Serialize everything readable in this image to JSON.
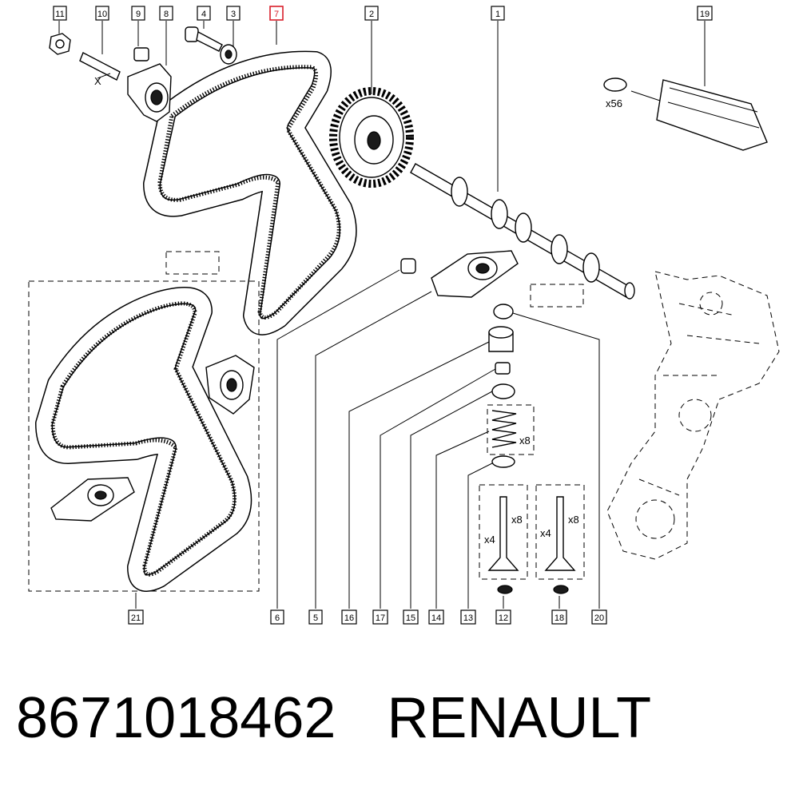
{
  "callouts": {
    "c1": "1",
    "c2": "2",
    "c3": "3",
    "c4": "4",
    "c5": "5",
    "c6": "6",
    "c7": "7",
    "c8": "8",
    "c9": "9",
    "c10": "10",
    "c11": "11",
    "c12": "12",
    "c13": "13",
    "c14": "14",
    "c15": "15",
    "c16": "16",
    "c17": "17",
    "c18": "18",
    "c19": "19",
    "c20": "20",
    "c21": "21"
  },
  "highlighted_callout": "7",
  "annotations": {
    "x_label": "X",
    "qty_x56": "x56",
    "qty_spring_x8": "x8",
    "qty_valve_left": "x4",
    "qty_keeper_left": "x8",
    "qty_valve_right": "x4",
    "qty_keeper_right": "x8"
  },
  "footer": {
    "part_number": "8671018462",
    "brand": "RENAULT"
  },
  "colors": {
    "highlight": "#d81e2a",
    "ink": "#000000",
    "paper": "#ffffff"
  }
}
